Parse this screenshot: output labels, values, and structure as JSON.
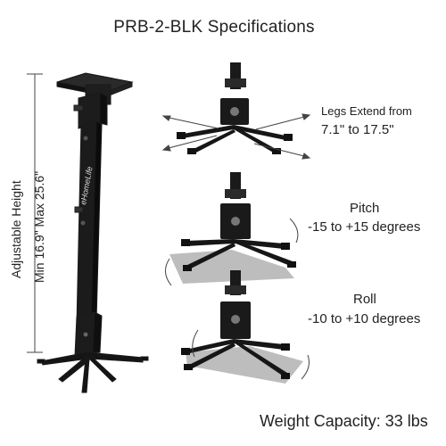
{
  "title": "PRB-2-BLK Specifications",
  "height_label": "Adjustable Height",
  "height_range": "Min 16.9\"  Max 25.6\"",
  "brand_text": "eHomeLife",
  "legs_label": "Legs Extend from",
  "legs_range": "7.1\" to 17.5\"",
  "pitch_label": "Pitch",
  "pitch_range": "-15 to +15 degrees",
  "roll_label": "Roll",
  "roll_range": "-10 to +10 degrees",
  "weight_capacity": "Weight Capacity: 33 lbs",
  "colors": {
    "mount": "#1a1a1a",
    "ghost": "#b9b9b9",
    "text": "#222222"
  }
}
